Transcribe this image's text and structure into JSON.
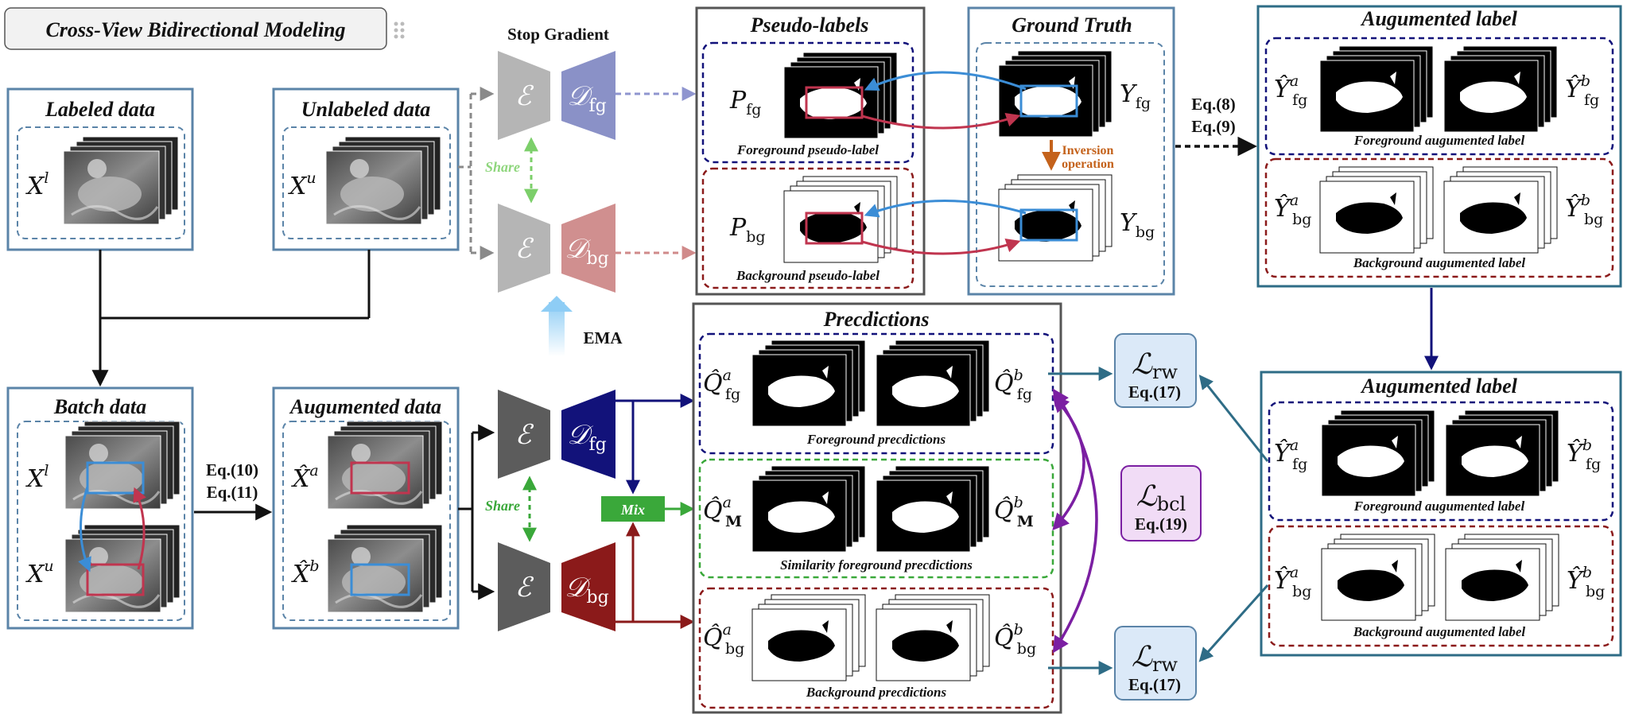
{
  "header": {
    "title": "Cross-View Bidirectional Modeling",
    "menu_icon": "drag-dots-icon"
  },
  "inputs": {
    "labeled": {
      "title": "Labeled data",
      "var": "X",
      "sup": "l"
    },
    "unlabeled": {
      "title": "Unlabeled data",
      "var": "X",
      "sup": "u"
    },
    "batch": {
      "title": "Batch data",
      "var1": "X",
      "sup1": "l",
      "var2": "X",
      "sup2": "u"
    },
    "augmented": {
      "title": "Augumented data",
      "var1": "X̂",
      "sup1": "a",
      "var2": "X̂",
      "sup2": "b"
    },
    "eq_aug": [
      "Eq.(10)",
      "Eq.(11)"
    ]
  },
  "teacher": {
    "stop_gradient": "Stop Gradient",
    "share": "Share",
    "ema": "EMA",
    "encoder": "ℰ",
    "decoder": "𝒟",
    "fg_sub": "fg",
    "bg_sub": "bg"
  },
  "student": {
    "share": "Share",
    "mix": "Mix"
  },
  "pseudo": {
    "title": "Pseudo-labels",
    "fg_symbol": "P",
    "fg_sub": "fg",
    "fg_caption": "Foreground pseudo-label",
    "bg_symbol": "P",
    "bg_sub": "bg",
    "bg_caption": "Background pseudo-label"
  },
  "ground_truth": {
    "title": "Ground Truth",
    "fg_symbol": "Y",
    "fg_sub": "fg",
    "bg_symbol": "Y",
    "bg_sub": "bg",
    "inversion": [
      "Inversion",
      "operation"
    ]
  },
  "eq_gt": [
    "Eq.(8)",
    "Eq.(9)"
  ],
  "aug_label_top": {
    "title": "Augumented label",
    "fg_left": "Ŷ",
    "fg_left_sup": "a",
    "fg_right": "Ŷ",
    "fg_right_sup": "b",
    "fg_sub": "fg",
    "fg_caption": "Foreground augumented label",
    "bg_left": "Ŷ",
    "bg_left_sup": "a",
    "bg_right": "Ŷ",
    "bg_right_sup": "b",
    "bg_sub": "bg",
    "bg_caption": "Background augumented label"
  },
  "aug_label_bottom": {
    "title": "Augumented label",
    "fg_left": "Ŷ",
    "fg_left_sup": "a",
    "fg_right": "Ŷ",
    "fg_right_sup": "b",
    "fg_sub": "fg",
    "fg_caption": "Foreground augumented label",
    "bg_left": "Ŷ",
    "bg_left_sup": "a",
    "bg_right": "Ŷ",
    "bg_right_sup": "b",
    "bg_sub": "bg",
    "bg_caption": "Background augumented label"
  },
  "predictions": {
    "title": "Precdictions",
    "fg": {
      "left": "Q̂",
      "left_sup": "a",
      "right": "Q̂",
      "right_sup": "b",
      "sub": "fg",
      "caption": "Foreground precdictions"
    },
    "mix": {
      "left": "Q̂",
      "left_sup": "a",
      "right": "Q̂",
      "right_sup": "b",
      "sub": "M",
      "caption": "Similarity foreground precdictions"
    },
    "bg": {
      "left": "Q̂",
      "left_sup": "a",
      "right": "Q̂",
      "right_sup": "b",
      "sub": "bg",
      "caption": "Background precdictions"
    }
  },
  "losses": {
    "rw_top": {
      "symbol": "ℒ",
      "sub": "rw",
      "eq": "Eq.(17)"
    },
    "bcl": {
      "symbol": "ℒ",
      "sub": "bcl",
      "eq": "Eq.(19)"
    },
    "rw_bottom": {
      "symbol": "ℒ",
      "sub": "rw",
      "eq": "Eq.(17)"
    }
  },
  "colors": {
    "box_border": "#5b84a8",
    "fg_navy": "#12127a",
    "bg_red": "#8b1a1a",
    "mix_green": "#3aa83a",
    "purple": "#7b1fa2",
    "loss_fill": "#dbe9f8",
    "bcl_fill": "#f1dcf6",
    "teal": "#2e6c86",
    "orange": "#c4621b",
    "red_arrow": "#c0354f",
    "blue_arrow": "#3b8dd6"
  }
}
